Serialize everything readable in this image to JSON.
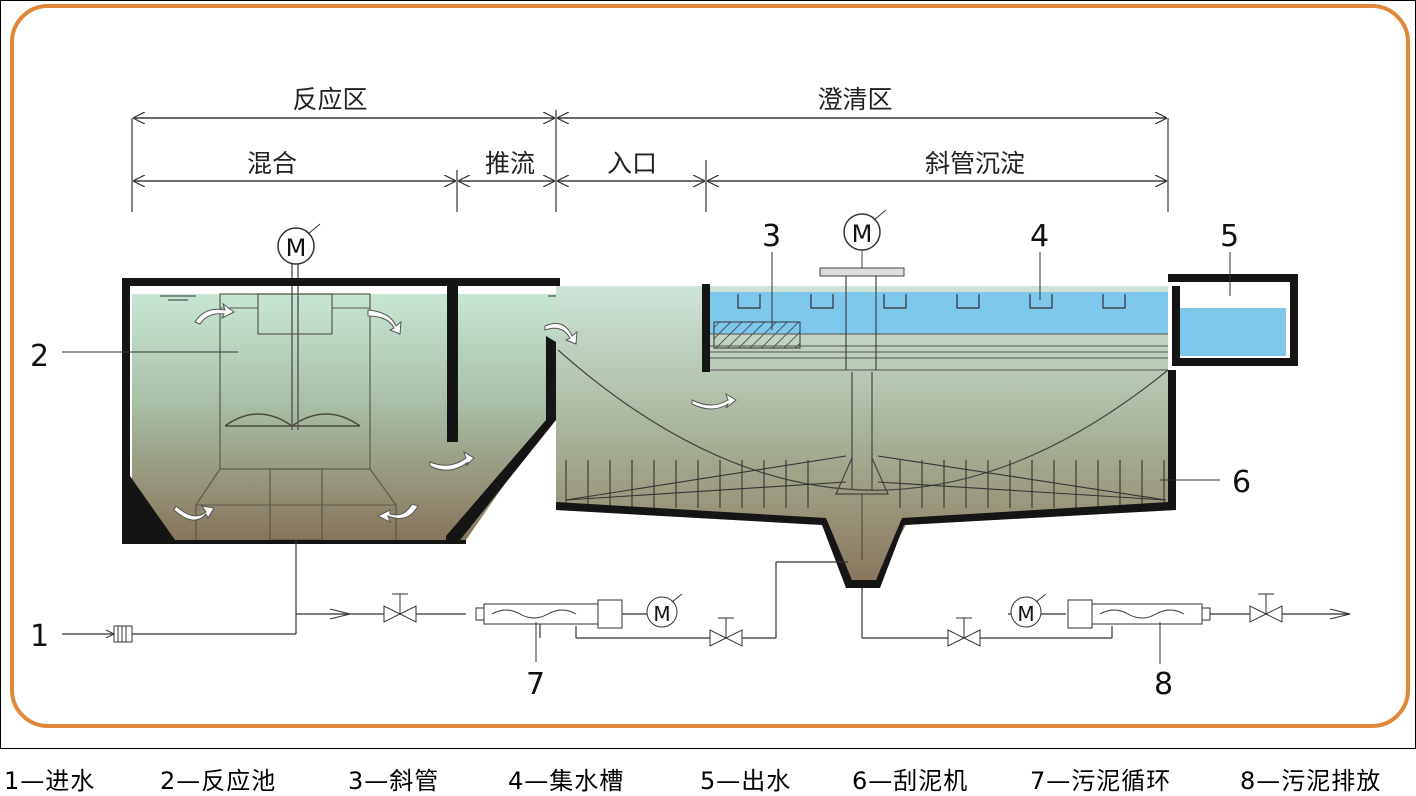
{
  "zones": {
    "reaction": "反应区",
    "clarification": "澄清区",
    "mixing": "混合",
    "plug_flow": "推流",
    "inlet": "入口",
    "tube_settling": "斜管沉淀"
  },
  "motor_symbol": "M",
  "callouts": [
    "1",
    "2",
    "3",
    "4",
    "5",
    "6",
    "7",
    "8"
  ],
  "legend": [
    "1—进水",
    "2—反应池",
    "3—斜管",
    "4—集水槽",
    "5—出水",
    "6—刮泥机",
    "7—污泥循环",
    "8—污泥排放"
  ],
  "colors": {
    "frame": "#e0883a",
    "clear_water": "#7ec8ec",
    "reaction_water_top": "#c5e4d2",
    "reaction_water_bottom": "#8a7960",
    "wall": "#151515"
  }
}
